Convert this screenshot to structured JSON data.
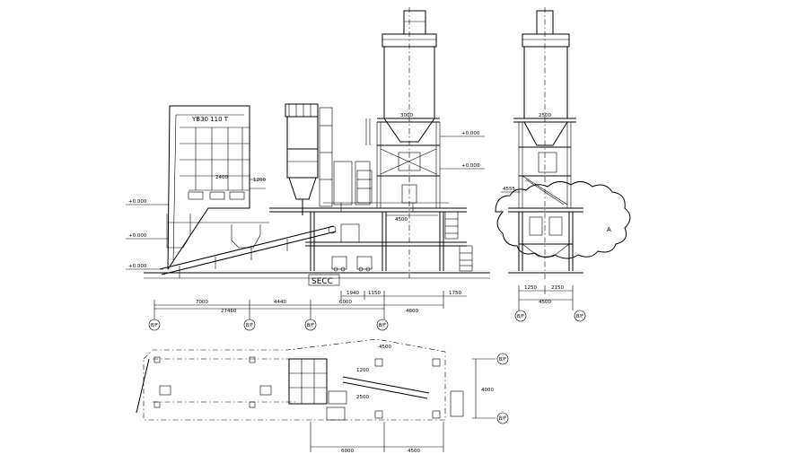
{
  "drawing": {
    "front_elevation": {
      "equipment_label": "YB30 110 T",
      "section_label": "SECC",
      "left_levels": [
        "+0.000",
        "+0.000",
        "+0.000"
      ],
      "tower_levels": [
        "+0.000",
        "+0.000"
      ],
      "small_dims": [
        "3000",
        "2400",
        "1200",
        "4500"
      ],
      "bottom_dims": {
        "row1": [
          "1940",
          "1150",
          "1750"
        ],
        "row2": [
          "7000",
          "4440",
          "6000",
          "4800"
        ],
        "row3": [
          "27460"
        ]
      },
      "grid_bubbles": [
        "B/F",
        "B/F",
        "B/F",
        "B/F"
      ]
    },
    "side_elevation": {
      "top_dim": "2500",
      "left_dim": "4555",
      "bottom_dims": [
        "1250",
        "2150"
      ],
      "overall_dim": "4500",
      "cloud_mark": "A",
      "grid_bubbles": [
        "B/F",
        "B/F"
      ]
    },
    "plan_view": {
      "top_dim": "4500",
      "inner_dims": [
        "1200",
        "2500"
      ],
      "right_dim": "4000",
      "bottom_dims": [
        "6000",
        "4500"
      ],
      "grid_bubbles": [
        "B/F",
        "B/F"
      ]
    }
  }
}
